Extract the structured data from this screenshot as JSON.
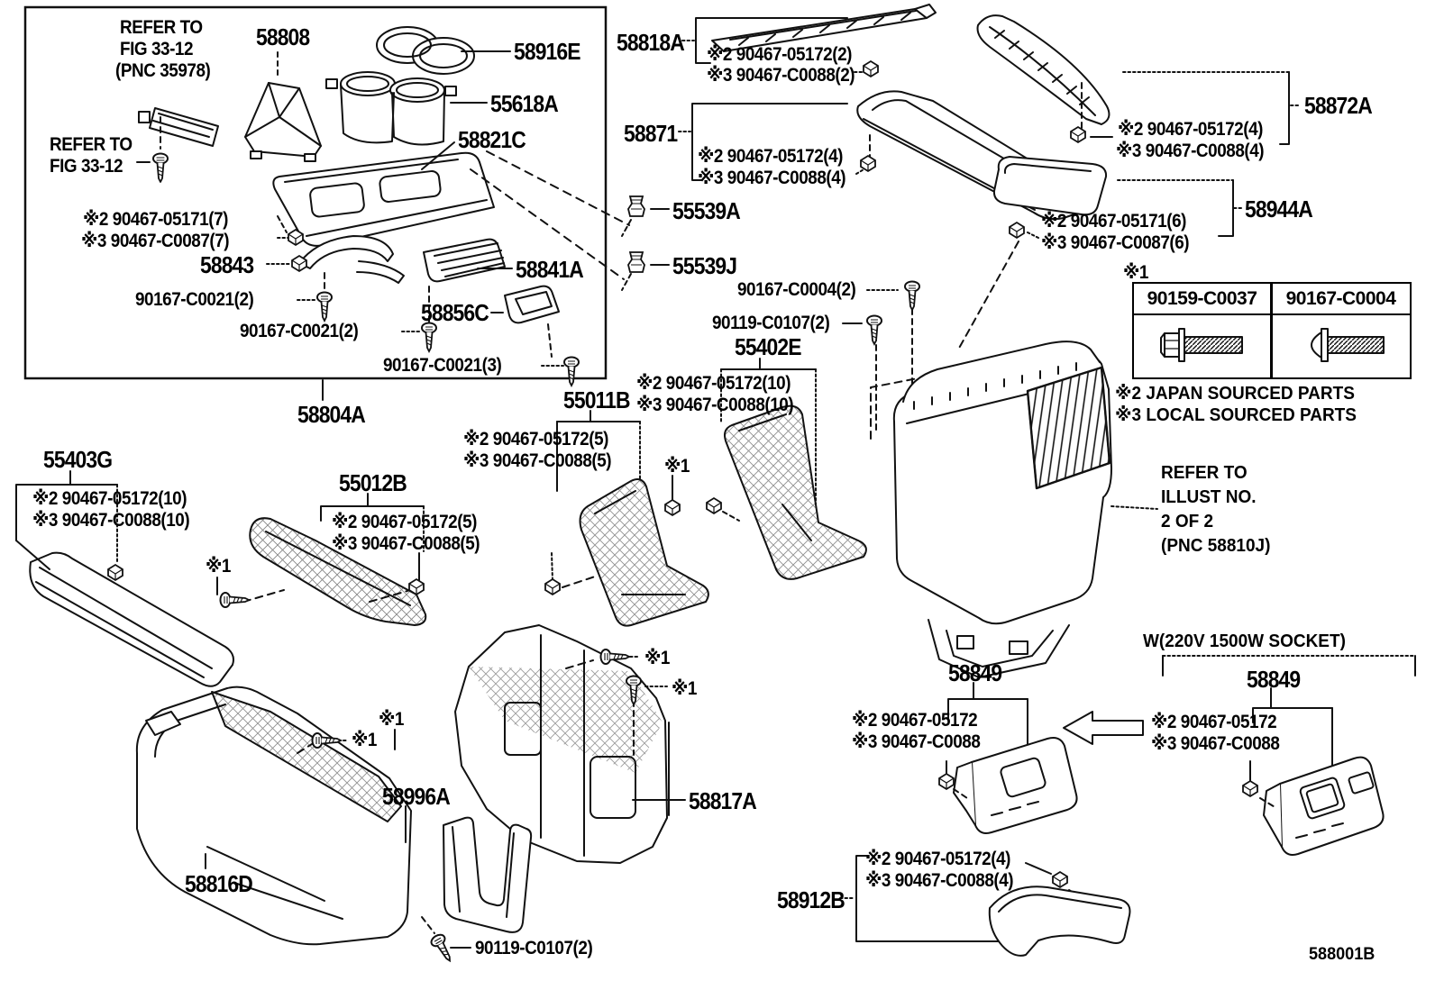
{
  "diagram": {
    "drawing_number": "588001B",
    "type": "exploded-parts-diagram",
    "notes": {
      "japan_sourced": "※2 JAPAN SOURCED PARTS",
      "local_sourced": "※3 LOCAL SOURCED PARTS",
      "socket_variant": "W(220V 1500W SOCKET)"
    },
    "fastener_table": {
      "ref": "※1",
      "columns": [
        "90159-C0037",
        "90167-C0004"
      ]
    }
  },
  "labels": {
    "refer_fig_line1": "REFER TO",
    "refer_fig_line2": "FIG 33-12",
    "refer_fig_line3": "(PNC 35978)",
    "refer_illust_1": "REFER TO",
    "refer_illust_2": "ILLUST NO.",
    "refer_illust_3": "2 OF 2",
    "refer_illust_4": "(PNC 58810J)",
    "w_socket": "W(220V 1500W SOCKET)",
    "note_japan": "※2 JAPAN SOURCED PARTS",
    "note_local": "※3 LOCAL SOURCED PARTS",
    "ref1": "※1",
    "tbl_col1": "90159-C0037",
    "tbl_col2": "90167-C0004",
    "doc_number": "588001B",
    "p58808": "58808",
    "p58916E": "58916E",
    "p55618A": "55618A",
    "p58821C": "58821C",
    "p58843": "58843",
    "p58841A": "58841A",
    "p58856C": "58856C",
    "p58804A": "58804A",
    "p55011B": "55011B",
    "p55403G": "55403G",
    "p55012B": "55012B",
    "p55402E": "55402E",
    "p55539A": "55539A",
    "p55539J": "55539J",
    "p58818A": "58818A",
    "p58871": "58871",
    "p58872A": "58872A",
    "p58944A": "58944A",
    "p58849": "58849",
    "p58912B": "58912B",
    "p58816D": "58816D",
    "p58996A": "58996A",
    "p58817A": "58817A",
    "f05171_7": "※2 90467-05171(7)",
    "fC0087_7": "※3 90467-C0087(7)",
    "f05171_6": "※2 90467-05171(6)",
    "fC0087_6": "※3 90467-C0087(6)",
    "f05172_2": "※2 90467-05172(2)",
    "fC0088_2": "※3 90467-C0088(2)",
    "f05172_4": "※2 90467-05172(4)",
    "fC0088_4": "※3 90467-C0088(4)",
    "f05172_5": "※2 90467-05172(5)",
    "fC0088_5": "※3 90467-C0088(5)",
    "f05172_10": "※2 90467-05172(10)",
    "fC0088_10": "※3 90467-C0088(10)",
    "f05172": "※2 90467-05172",
    "fC0088": "※3 90467-C0088",
    "c0021_2": "90167-C0021(2)",
    "c0021_3": "90167-C0021(3)",
    "c0004_2": "90167-C0004(2)",
    "c0107_2": "90119-C0107(2)"
  }
}
